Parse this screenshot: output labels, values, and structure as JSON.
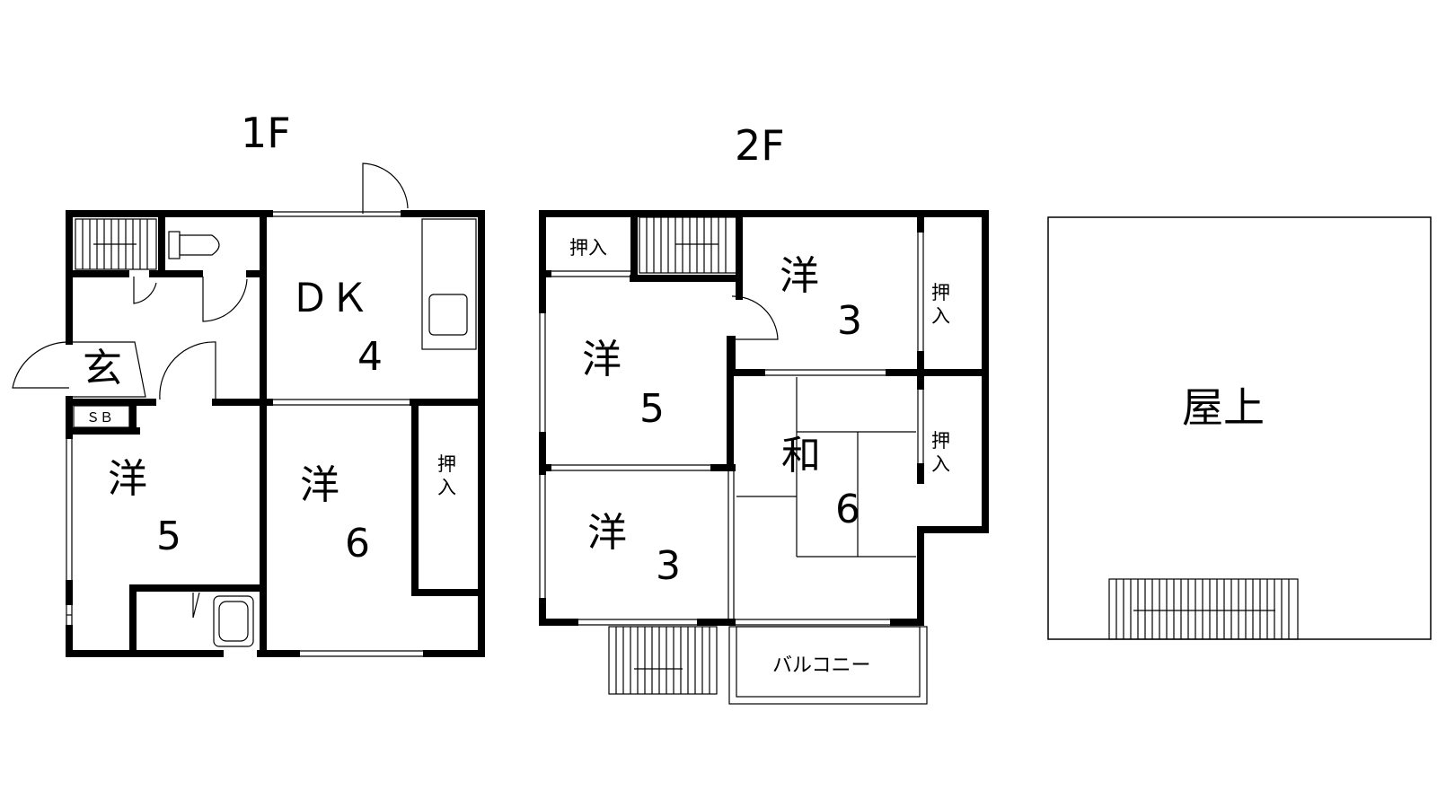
{
  "floors": {
    "first": {
      "label": "1F",
      "entrance": "玄",
      "shoe_box": "ＳＢ",
      "dk": {
        "name": "ＤＫ",
        "size": "4"
      },
      "western_a": {
        "name": "洋",
        "size": "5"
      },
      "western_b": {
        "name": "洋",
        "size": "6"
      },
      "closet": "押入"
    },
    "second": {
      "label": "2F",
      "closet_top": "押入",
      "western_a": {
        "name": "洋",
        "size": "3"
      },
      "western_b": {
        "name": "洋",
        "size": "5"
      },
      "western_c": {
        "name": "洋",
        "size": "3"
      },
      "japanese": {
        "name": "和",
        "size": "6"
      },
      "closet_right_a": "押入",
      "closet_right_b": "押入",
      "balcony": "バルコニー"
    },
    "roof": {
      "label": "屋上"
    }
  }
}
